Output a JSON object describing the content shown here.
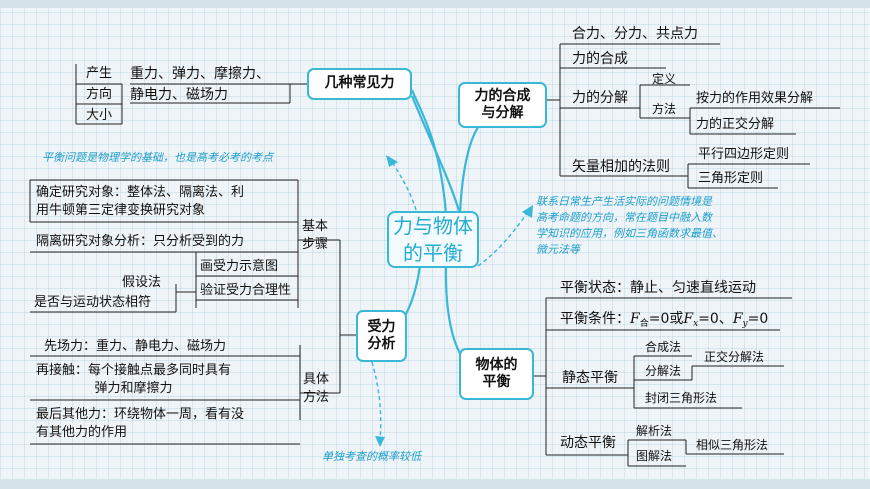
{
  "colors": {
    "accent": "#38b7d6",
    "note": "#1f9fcc",
    "line": "#222222"
  },
  "central": "力与物体\n的平衡",
  "branches": {
    "common_forces": {
      "title": "几种常见力",
      "items": [
        "产生",
        "方向",
        "大小"
      ],
      "content": "重力、弹力、摩擦力、\n静电力、磁场力"
    },
    "composition": {
      "title": "力的合成\n与分解",
      "row1": "合力、分力、共点力",
      "row2": "力的合成",
      "decomposition": "力的分解",
      "definition": "定义",
      "method": "方法",
      "by_effect": "按力的作用效果分解",
      "orthogonal": "力的正交分解",
      "vector_rule": "矢量相加的法则",
      "parallelogram": "平行四边形定则",
      "triangle": "三角形定则"
    },
    "force_analysis": {
      "title": "受力\n分析",
      "basic_steps": "基本\n步骤",
      "step1": "确定研究对象：整体法、隔离法、利\n用牛顿第三定律变换研究对象",
      "step2": "隔离研究对象分析：只分析受到的力",
      "step3": "画受力示意图",
      "hypothesis": "假设法",
      "verify": "验证受力合理性",
      "motion_match": "是否与运动状态相符",
      "specific_method": "具体\n方法",
      "m1": "先场力：重力、静电力、磁场力",
      "m2": "再接触：每个接触点最多同时具有\n弹力和摩擦力",
      "m3": "最后其他力：环绕物体一周，看有没\n有其他力的作用"
    },
    "equilibrium": {
      "title": "物体的\n平衡",
      "state": "平衡状态：静止、匀速直线运动",
      "condition_label": "平衡条件：",
      "f_sym": "F",
      "sub_he": "合",
      "sub_x": "x",
      "sub_y": "y",
      "eq_zero": "=0或",
      "eq_zero2": "=0、",
      "eq_zero3": "=0",
      "static": "静态平衡",
      "synthesis": "合成法",
      "decomp": "分解法",
      "orth_decomp": "正交分解法",
      "closed_triangle": "封闭三角形法",
      "dynamic": "动态平衡",
      "analytic": "解析法",
      "graphic": "图解法",
      "similar_triangle": "相似三角形法"
    }
  },
  "notes": {
    "n1": "平衡问题是物理学的基础，也是高考必考的考点",
    "n2": "联系日常生产生活实际的问题情境是\n高考命题的方向，常在题目中融入数\n学知识的应用，例如三角函数求最值、\n微元法等",
    "n3": "单独考查的概率较低"
  }
}
